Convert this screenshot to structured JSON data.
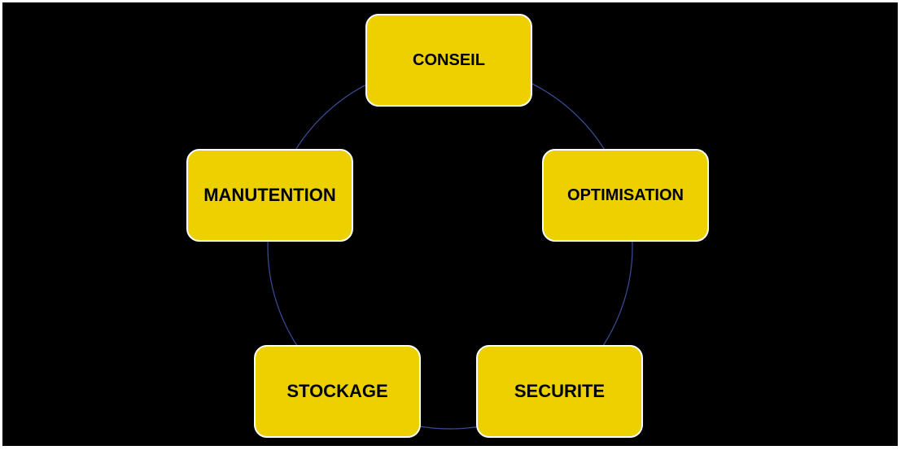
{
  "diagram": {
    "type": "cycle",
    "background_color": "#000000",
    "node_color": "#ecd000",
    "node_border_color": "#ffffff",
    "ring_color": "#3a4f9a",
    "nodes": [
      {
        "label": "CONSEIL"
      },
      {
        "label": "OPTIMISATION"
      },
      {
        "label": "SECURITE"
      },
      {
        "label": "STOCKAGE"
      },
      {
        "label": "MANUTENTION"
      }
    ]
  }
}
